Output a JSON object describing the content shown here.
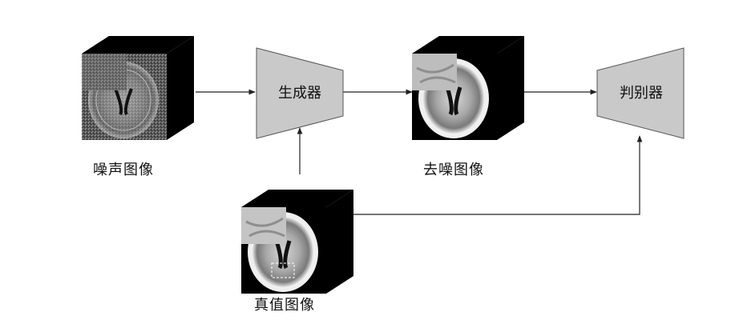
{
  "nodes": {
    "noisy_image": {
      "caption": "噪声图像"
    },
    "generator": {
      "label": "生成器"
    },
    "denoised_image": {
      "caption": "去噪图像"
    },
    "discriminator": {
      "label": "判别器"
    },
    "ground_truth_image": {
      "caption": "真值图像"
    }
  },
  "edges": [
    {
      "from": "noisy_image",
      "to": "generator"
    },
    {
      "from": "generator",
      "to": "denoised_image"
    },
    {
      "from": "denoised_image",
      "to": "discriminator"
    },
    {
      "from": "ground_truth_image",
      "to": "generator"
    },
    {
      "from": "ground_truth_image",
      "to": "discriminator"
    }
  ],
  "colors": {
    "block_fill": "#c9c9c9",
    "volume_dark": "#000000",
    "line": "#222222"
  }
}
